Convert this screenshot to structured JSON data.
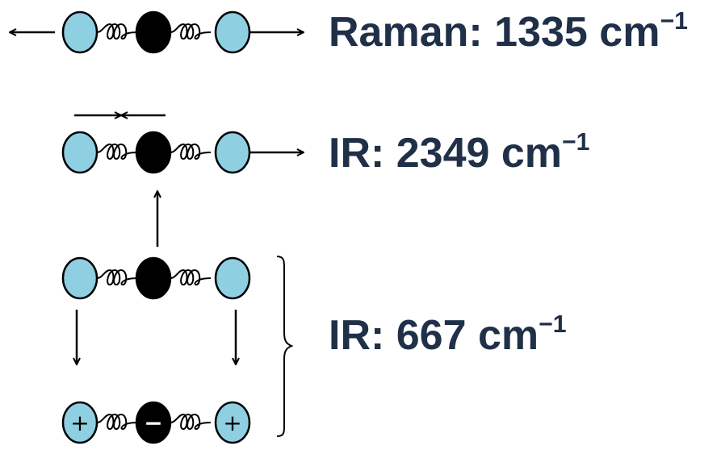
{
  "modes": [
    {
      "name": "symmetric-stretch",
      "label": "Raman: 1335 cm",
      "exponent": "−1"
    },
    {
      "name": "asymmetric-stretch",
      "label": "IR: 2349 cm",
      "exponent": "−1"
    },
    {
      "name": "bending",
      "label": "IR: 667 cm",
      "exponent": "−1"
    }
  ],
  "signs": {
    "oxygen": "+",
    "carbon": "−"
  },
  "colors": {
    "oxygen": "#8ecfe2",
    "carbon": "#000000",
    "outline": "#000000",
    "label": "#1f3048"
  }
}
